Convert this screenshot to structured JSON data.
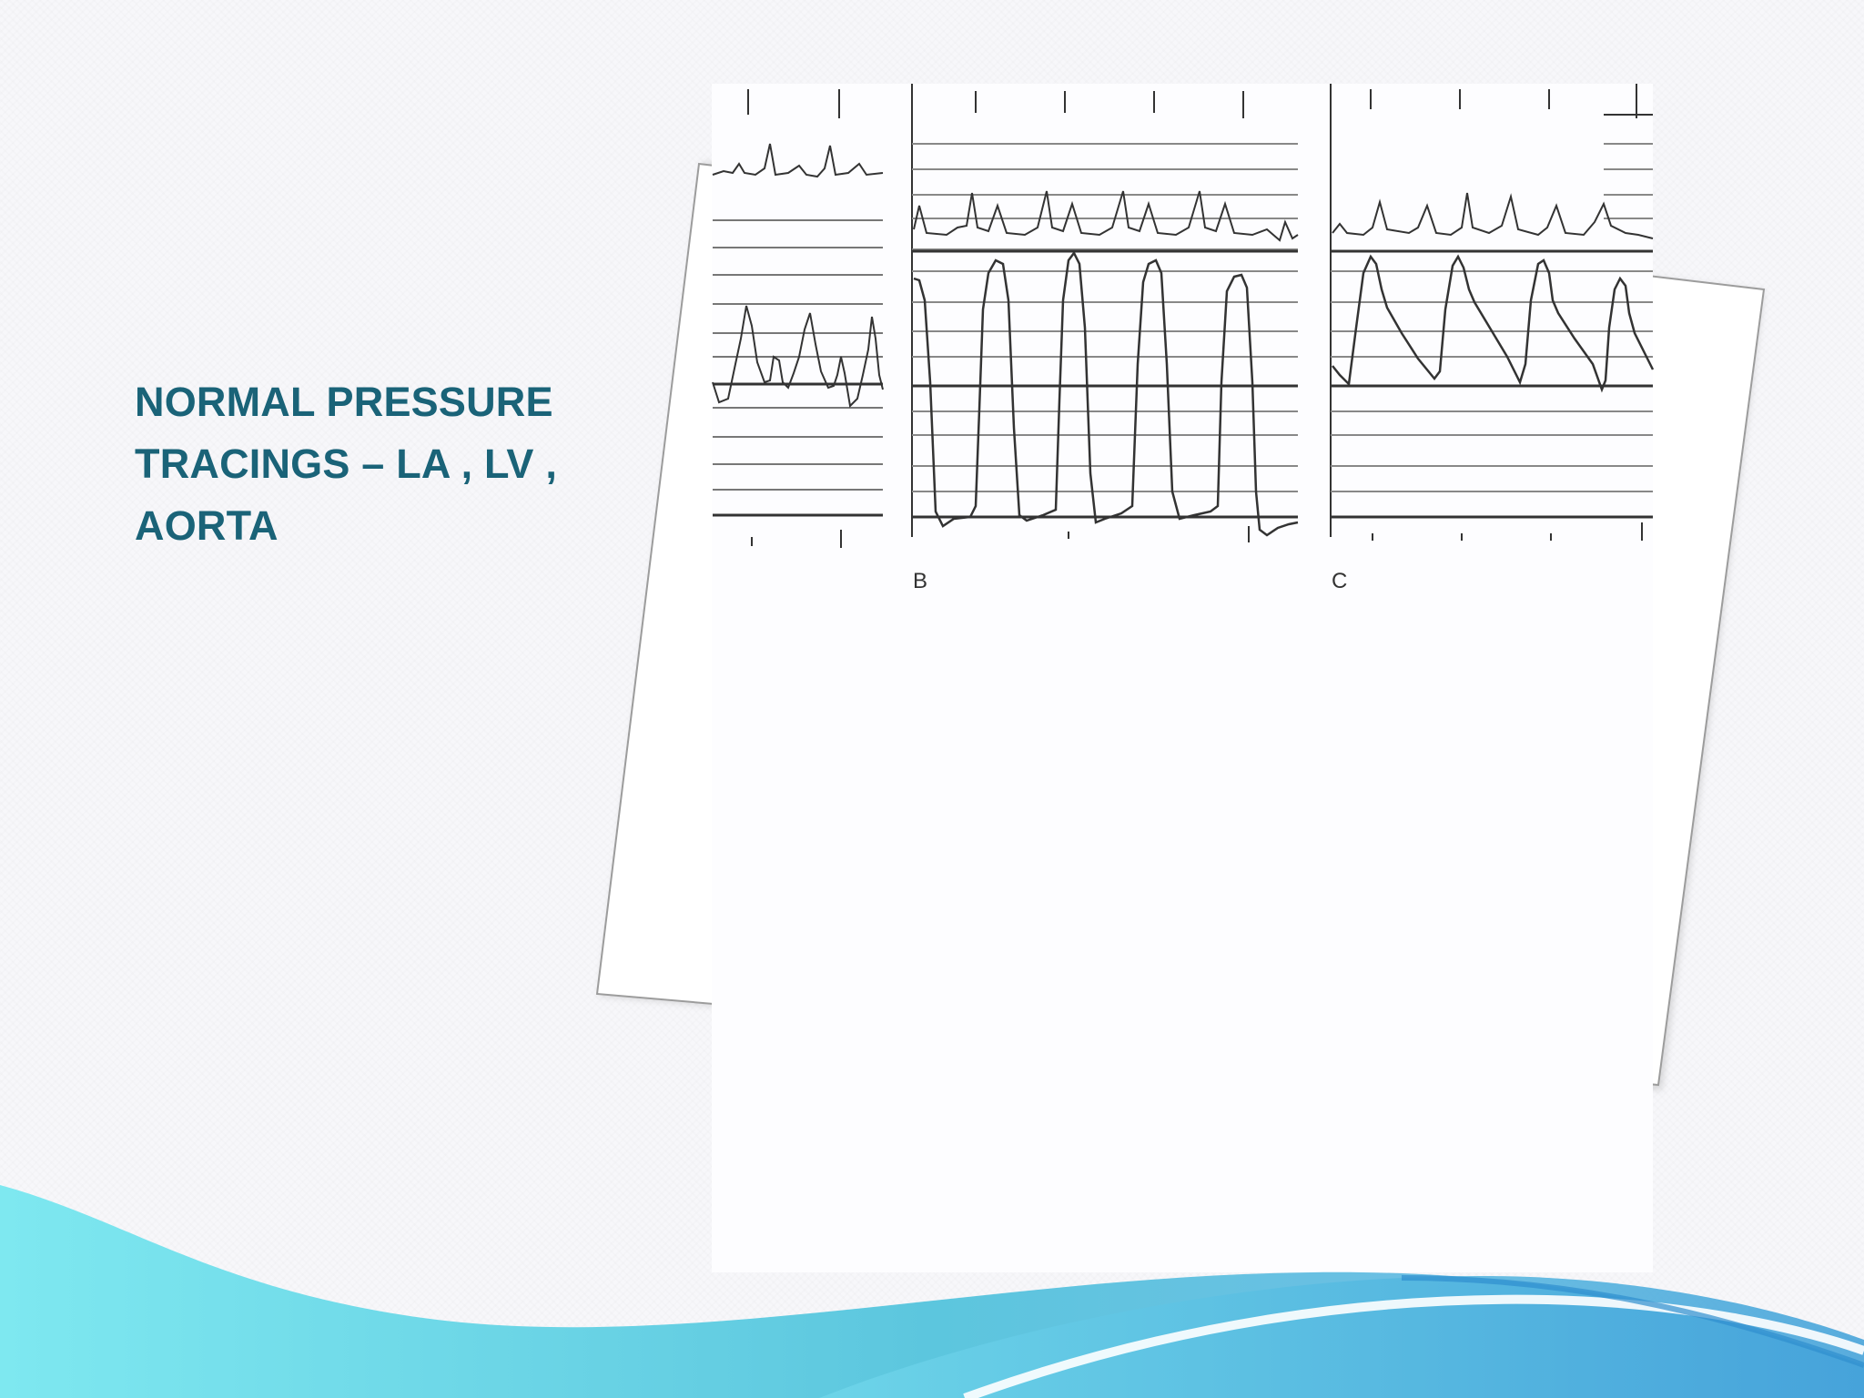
{
  "slide": {
    "title": "NORMAL PRESSURE TRACINGS – LA , LV , AORTA",
    "colors": {
      "title": "#1a6378",
      "wave_light": "#7ee8f0",
      "wave_mid": "#5ec8e0",
      "wave_dark": "#3a9fd8"
    }
  },
  "figure": {
    "panel_labels": {
      "b": "B",
      "c": "C"
    }
  }
}
